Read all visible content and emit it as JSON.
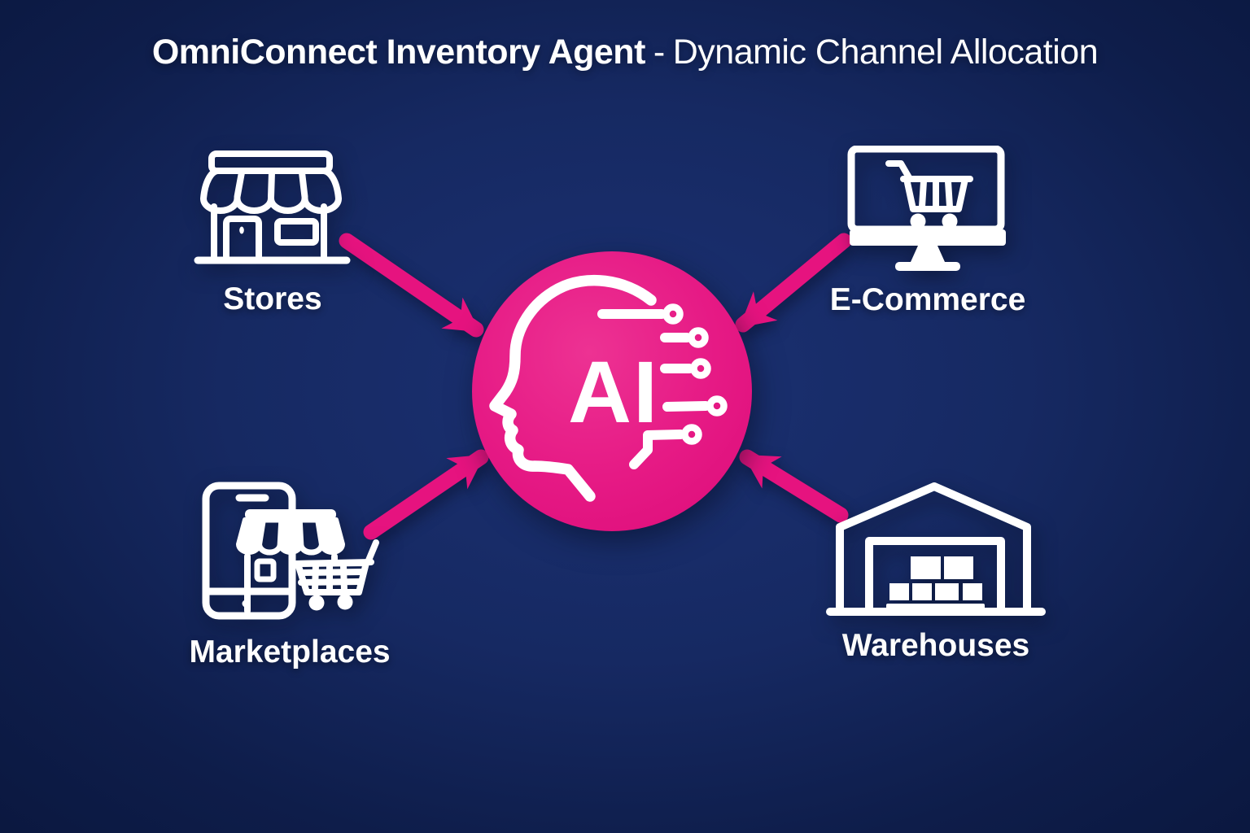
{
  "title": {
    "bold": "OmniConnect Inventory Agent",
    "separator": "-",
    "regular": "Dynamic Channel Allocation"
  },
  "center": {
    "label": "AI",
    "icon": "ai-head-circuit-icon"
  },
  "nodes": [
    {
      "id": "stores",
      "label": "Stores",
      "icon": "storefront-icon",
      "position": "top-left"
    },
    {
      "id": "ecommerce",
      "label": "E-Commerce",
      "icon": "monitor-cart-icon",
      "position": "top-right"
    },
    {
      "id": "marketplaces",
      "label": "Marketplaces",
      "icon": "phone-store-cart-icon",
      "position": "bottom-left"
    },
    {
      "id": "warehouses",
      "label": "Warehouses",
      "icon": "warehouse-boxes-icon",
      "position": "bottom-right"
    }
  ],
  "connectors": [
    {
      "from": "stores",
      "to": "ai-hub",
      "direction": "inward"
    },
    {
      "from": "ecommerce",
      "to": "ai-hub",
      "direction": "inward"
    },
    {
      "from": "marketplaces",
      "to": "ai-hub",
      "direction": "inward"
    },
    {
      "from": "warehouses",
      "to": "ai-hub",
      "direction": "inward"
    }
  ],
  "colors": {
    "background_center": "#1b3173",
    "background_edge": "#0b1840",
    "accent_pink": "#E6137F",
    "hub_pink": "#E51A84",
    "icon_white": "#FFFFFF"
  }
}
